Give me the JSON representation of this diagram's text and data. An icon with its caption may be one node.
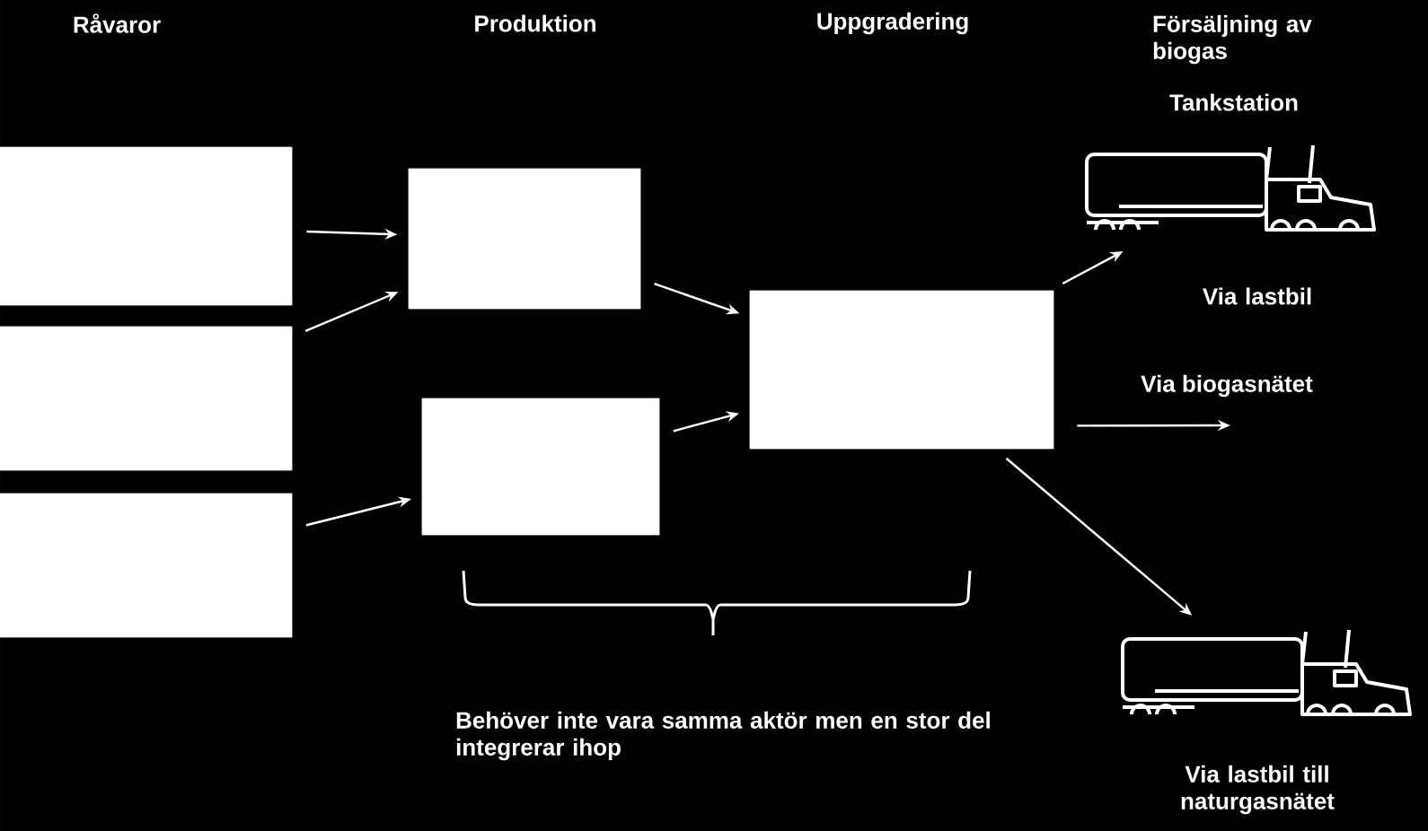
{
  "diagram": {
    "nodes": [
      {
        "text": [],
        "shape": "box"
      },
      {
        "text": [],
        "shape": "box"
      },
      {
        "text": [],
        "shape": "box"
      },
      {
        "text": [],
        "shape": "box"
      },
      {
        "text": [],
        "shape": "box"
      },
      {
        "text": [],
        "shape": "box"
      },
      {
        "text": [],
        "shape": "picture",
        "beside": [
          "Tankstation",
          "Via lastbil"
        ]
      },
      {
        "text": [],
        "shape": "picture",
        "beside": [
          "Via lastbil till naturgasnätet"
        ]
      }
    ],
    "edges": [
      {
        "from": 0,
        "to": 3,
        "arrow": "to"
      },
      {
        "from": 1,
        "to": 3,
        "arrow": "to"
      },
      {
        "from": 2,
        "to": 4,
        "arrow": "to"
      },
      {
        "from": 3,
        "to": 5,
        "arrow": "to"
      },
      {
        "from": 4,
        "to": 5,
        "arrow": "to"
      },
      {
        "from": 5,
        "to": 6,
        "arrow": "to"
      },
      {
        "from": 5,
        "to": null,
        "arrow": "to",
        "label": "Via biogasnätet"
      },
      {
        "from": 5,
        "to": 7,
        "arrow": "to"
      }
    ],
    "labels": [
      "Råvaror",
      "Produktion",
      "Uppgradering",
      "Försäljning av biogas",
      "Behöver inte vara samma aktör men en stor del integrerar ihop"
    ]
  }
}
